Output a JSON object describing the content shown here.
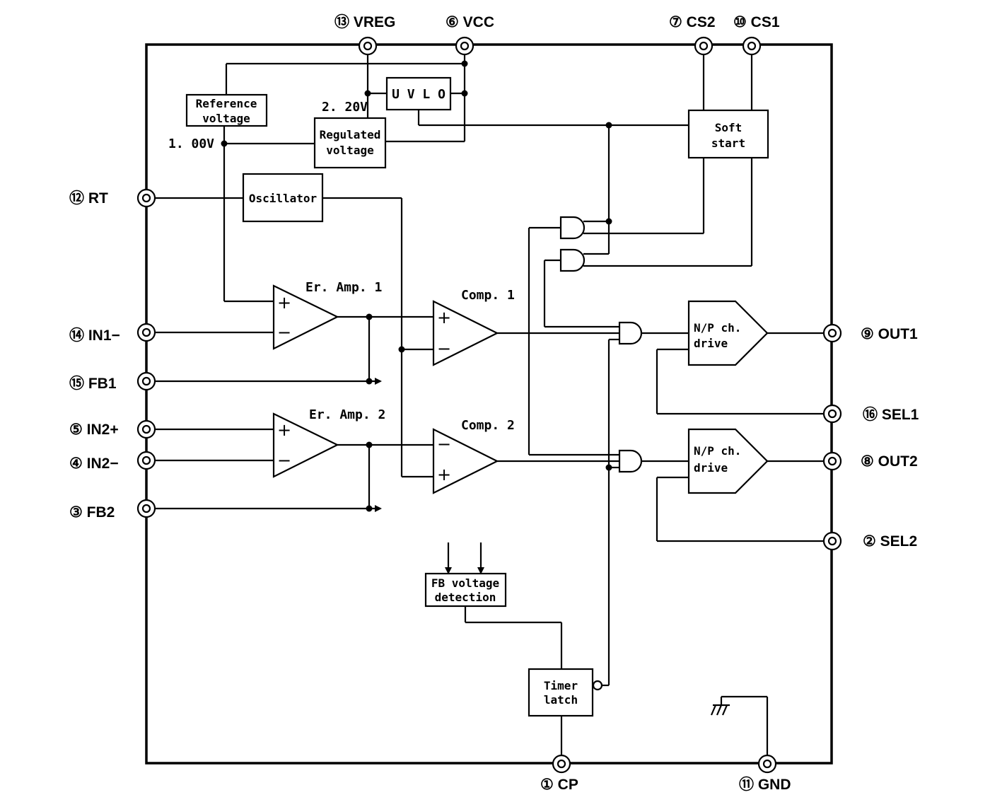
{
  "pins": {
    "vreg": "⑬ VREG",
    "vcc": "⑥ VCC",
    "cs2": "⑦ CS2",
    "cs1": "⑩ CS1",
    "rt": "⑫ RT",
    "in1m": "⑭ IN1−",
    "fb1": "⑮ FB1",
    "in2p": "⑤ IN2+",
    "in2m": "④ IN2−",
    "fb2": "③ FB2",
    "out1": "⑨ OUT1",
    "sel1": "⑯ SEL1",
    "out2": "⑧ OUT2",
    "sel2": "② SEL2",
    "cp": "① CP",
    "gnd": "⑪ GND"
  },
  "blocks": {
    "reference_voltage": [
      "Reference",
      "voltage"
    ],
    "uvlo": "U V L O",
    "regulated_voltage": [
      "Regulated",
      "voltage"
    ],
    "soft_start": [
      "Soft",
      "start"
    ],
    "oscillator": "Oscillator",
    "er_amp1": "Er. Amp. 1",
    "er_amp2": "Er. Amp. 2",
    "comp1": "Comp. 1",
    "comp2": "Comp. 2",
    "drive1": [
      "N/P ch.",
      "drive"
    ],
    "drive2": [
      "N/P ch.",
      "drive"
    ],
    "fb_detect": [
      "FB voltage",
      "detection"
    ],
    "timer_latch": [
      "Timer",
      "latch"
    ]
  },
  "voltages": {
    "v220": "2. 20V",
    "v100": "1. 00V"
  },
  "signs": {
    "plus": "+",
    "minus": "−"
  }
}
